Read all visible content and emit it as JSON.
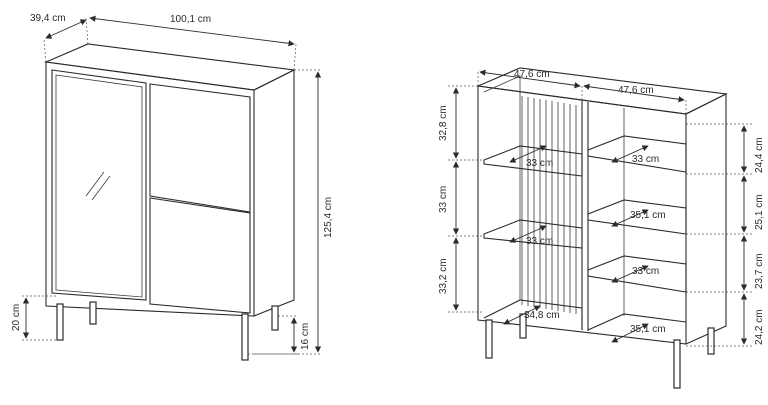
{
  "left_view": {
    "depth_label": "39,4 cm",
    "width_label": "100,1 cm",
    "height_label": "125,4 cm",
    "leg_clearance_label": "20 cm",
    "leg_height_label": "16 cm"
  },
  "right_view": {
    "left_compartment_width_label": "47,6 cm",
    "right_compartment_width_label": "47,6 cm",
    "left_shelf_gaps": [
      "32,8 cm",
      "33 cm",
      "33,2 cm"
    ],
    "right_shelf_gaps": [
      "24,4 cm",
      "25,1 cm",
      "23,7 cm",
      "24,2 cm"
    ],
    "left_shelf_depths": [
      "33 cm",
      "33 cm",
      "34,8 cm"
    ],
    "right_shelf_depths": [
      "33 cm",
      "35,1 cm",
      "33 cm",
      "35,1 cm"
    ]
  }
}
